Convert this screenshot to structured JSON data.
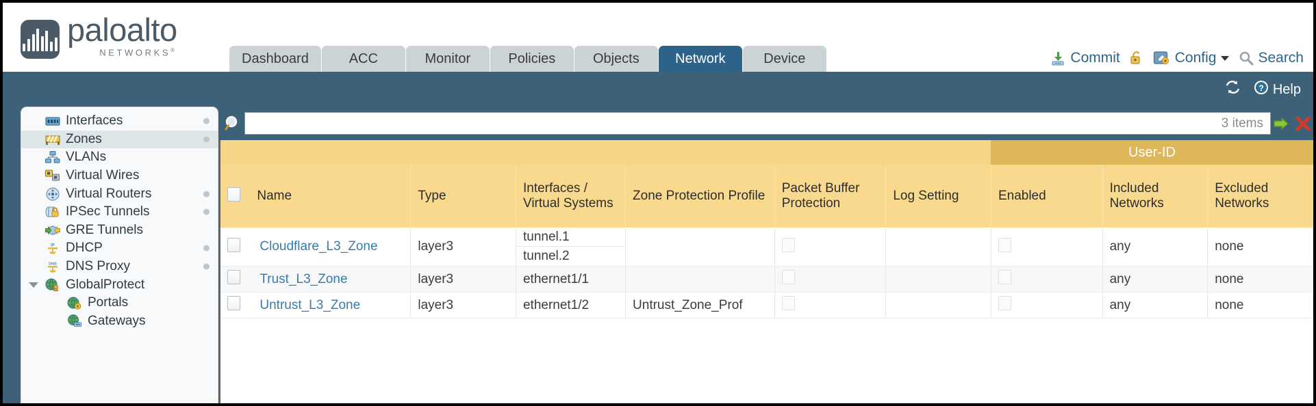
{
  "brand": {
    "name": "paloalto",
    "tagline": "NETWORKS",
    "registered": "®"
  },
  "tabs": [
    {
      "label": "Dashboard",
      "active": false
    },
    {
      "label": "ACC",
      "active": false
    },
    {
      "label": "Monitor",
      "active": false
    },
    {
      "label": "Policies",
      "active": false
    },
    {
      "label": "Objects",
      "active": false
    },
    {
      "label": "Network",
      "active": true
    },
    {
      "label": "Device",
      "active": false
    }
  ],
  "top_actions": {
    "commit": "Commit",
    "lock_icon": "padlock-icon",
    "config": "Config",
    "search": "Search"
  },
  "bluebar": {
    "refresh_icon": "refresh-icon",
    "help": "Help"
  },
  "sidebar": {
    "items": [
      {
        "label": "Interfaces",
        "icon": "interfaces-icon",
        "dot": true,
        "selected": false,
        "child": false,
        "caret": false
      },
      {
        "label": "Zones",
        "icon": "zones-icon",
        "dot": true,
        "selected": true,
        "child": false,
        "caret": false
      },
      {
        "label": "VLANs",
        "icon": "vlans-icon",
        "dot": false,
        "selected": false,
        "child": false,
        "caret": false
      },
      {
        "label": "Virtual Wires",
        "icon": "virtual-wires-icon",
        "dot": false,
        "selected": false,
        "child": false,
        "caret": false
      },
      {
        "label": "Virtual Routers",
        "icon": "virtual-routers-icon",
        "dot": true,
        "selected": false,
        "child": false,
        "caret": false
      },
      {
        "label": "IPSec Tunnels",
        "icon": "ipsec-tunnels-icon",
        "dot": true,
        "selected": false,
        "child": false,
        "caret": false
      },
      {
        "label": "GRE Tunnels",
        "icon": "gre-tunnels-icon",
        "dot": false,
        "selected": false,
        "child": false,
        "caret": false
      },
      {
        "label": "DHCP",
        "icon": "dhcp-icon",
        "dot": true,
        "selected": false,
        "child": false,
        "caret": false
      },
      {
        "label": "DNS Proxy",
        "icon": "dns-proxy-icon",
        "dot": true,
        "selected": false,
        "child": false,
        "caret": false
      },
      {
        "label": "GlobalProtect",
        "icon": "globalprotect-icon",
        "dot": false,
        "selected": false,
        "child": false,
        "caret": true
      },
      {
        "label": "Portals",
        "icon": "portals-icon",
        "dot": false,
        "selected": false,
        "child": true,
        "caret": false
      },
      {
        "label": "Gateways",
        "icon": "gateways-icon",
        "dot": false,
        "selected": false,
        "child": true,
        "caret": false
      }
    ]
  },
  "search": {
    "value": "",
    "placeholder": "",
    "items_count": "3 items",
    "apply_icon": "arrow-right-icon",
    "clear_icon": "close-x-icon"
  },
  "table": {
    "group_headers": [
      {
        "label": "User-ID",
        "span": 3
      }
    ],
    "columns": [
      "Name",
      "Type",
      "Interfaces / Virtual Systems",
      "Zone Protection Profile",
      "Packet Buffer Protection",
      "Log Setting",
      "Enabled",
      "Included Networks",
      "Excluded Networks"
    ],
    "rows": [
      {
        "selected": false,
        "name": "Cloudflare_L3_Zone",
        "type": "layer3",
        "interfaces": [
          "tunnel.1",
          "tunnel.2"
        ],
        "zone_protection_profile": "",
        "packet_buffer_protection": false,
        "log_setting": "",
        "userid_enabled": false,
        "included_networks": "any",
        "excluded_networks": "none"
      },
      {
        "selected": false,
        "name": "Trust_L3_Zone",
        "type": "layer3",
        "interfaces": [
          "ethernet1/1"
        ],
        "zone_protection_profile": "",
        "packet_buffer_protection": false,
        "log_setting": "",
        "userid_enabled": false,
        "included_networks": "any",
        "excluded_networks": "none"
      },
      {
        "selected": false,
        "name": "Untrust_L3_Zone",
        "type": "layer3",
        "interfaces": [
          "ethernet1/2"
        ],
        "zone_protection_profile": "Untrust_Zone_Prof",
        "packet_buffer_protection": false,
        "log_setting": "",
        "userid_enabled": false,
        "included_networks": "any",
        "excluded_networks": "none"
      }
    ]
  },
  "colors": {
    "brand_slate": "#4a5a66",
    "header_blue": "#3c6179",
    "tab_active": "#2e6389",
    "table_header_yellow": "#f9d98d",
    "group_header_yellow": "#ddb759",
    "link_blue": "#3a7ca8"
  }
}
